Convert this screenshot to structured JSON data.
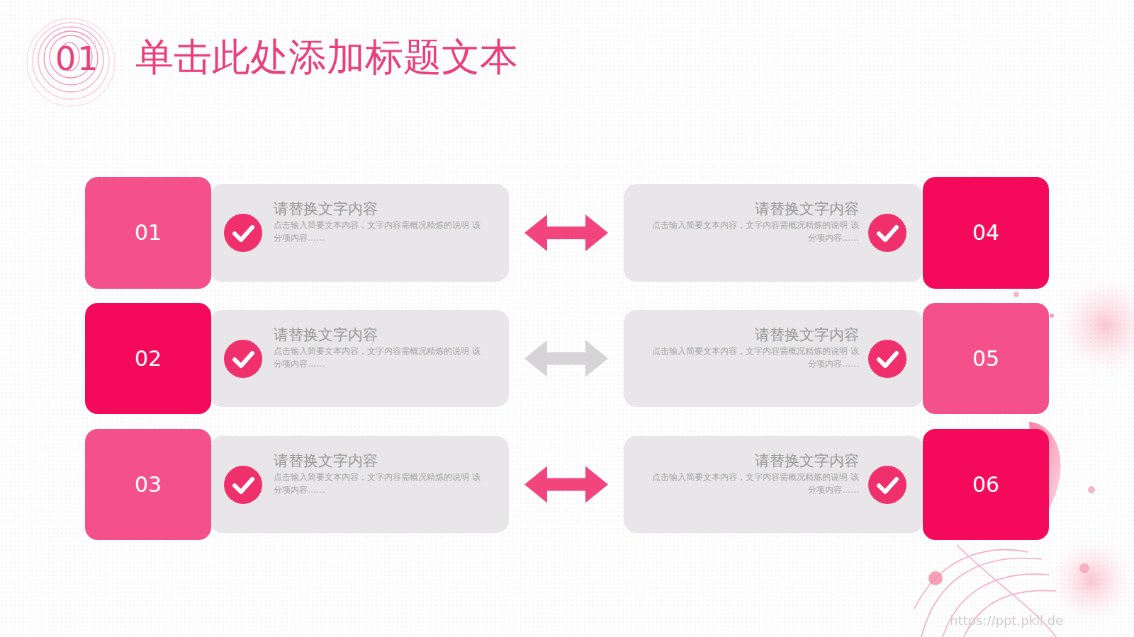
{
  "diagram": {
    "title": "单击此处添加标题文本",
    "nodes": [
      {
        "text": [
          "01"
        ]
      },
      {
        "text": [
          "请替换文字内容",
          "点击输入简要文本内容，文字内容需概况精炼的说明 该分项内容……"
        ]
      },
      {
        "text": [
          "请替换文字内容",
          "点击输入简要文本内容，文字内容需概况精炼的说明 该分项内容……"
        ]
      },
      {
        "text": [
          "04"
        ]
      },
      {
        "text": [
          "02"
        ]
      },
      {
        "text": [
          "请替换文字内容",
          "点击输入简要文本内容，文字内容需概况精炼的说明 该分项内容……"
        ]
      },
      {
        "text": [
          "请替换文字内容",
          "点击输入简要文本内容，文字内容需概况精炼的说明 该分项内容……"
        ]
      },
      {
        "text": [
          "05"
        ]
      },
      {
        "text": [
          "03"
        ]
      },
      {
        "text": [
          "请替换文字内容",
          "点击输入简要文本内容，文字内容需概况精炼的说明 该分项内容……"
        ]
      },
      {
        "text": [
          "请替换文字内容",
          "点击输入简要文本内容，文字内容需概况精炼的说明 该分项内容……"
        ]
      },
      {
        "text": [
          "06"
        ]
      }
    ],
    "edges": [
      {
        "from": 1,
        "to": 2,
        "arrow": "both"
      },
      {
        "from": 5,
        "to": 6,
        "arrow": "both"
      },
      {
        "from": 9,
        "to": 10,
        "arrow": "both"
      }
    ],
    "labels": [
      "01",
      "https://ppt.pkll.de"
    ]
  }
}
